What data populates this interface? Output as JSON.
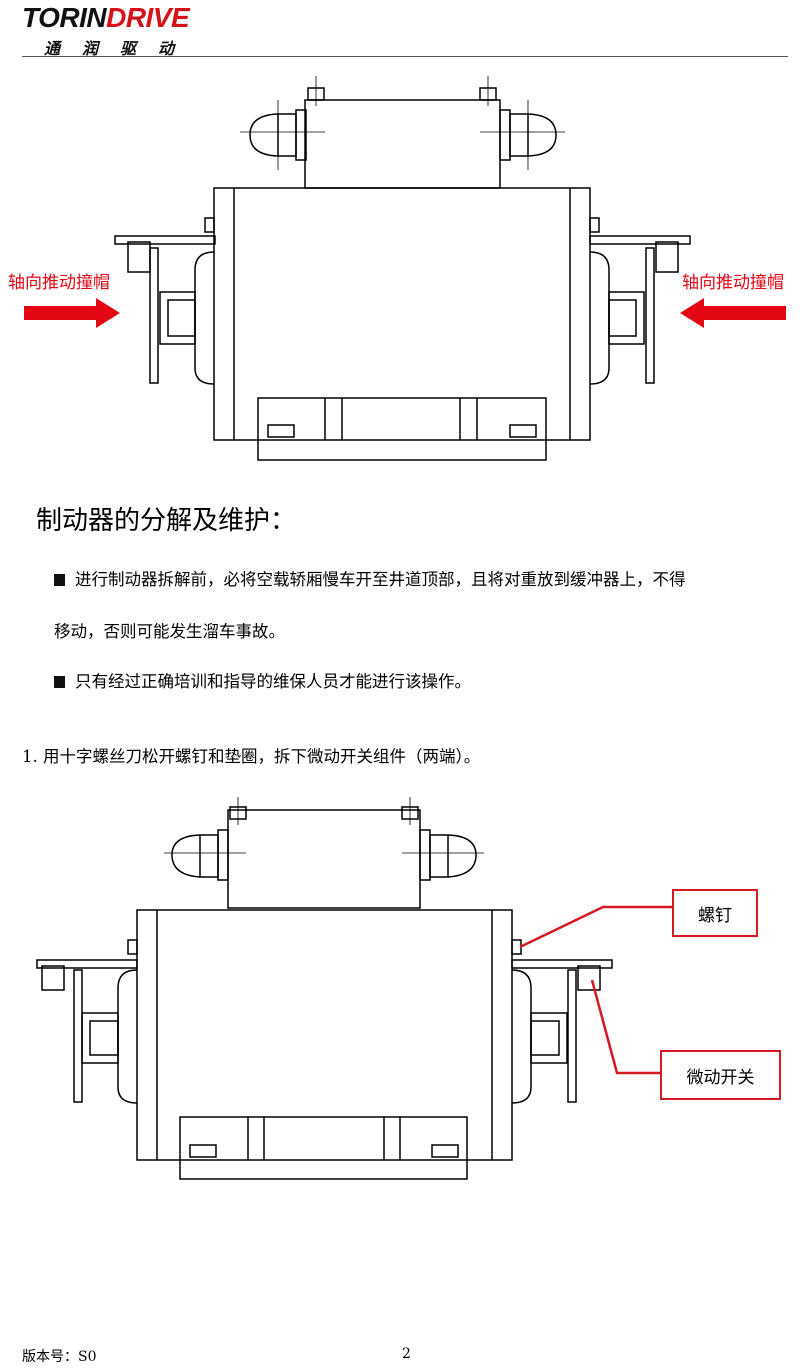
{
  "header": {
    "logo_en_main": "TORIN",
    "logo_en_accent": "DRIVE",
    "logo_cn": "通润驱动"
  },
  "figure1": {
    "left_label": "轴向推动撞帽",
    "right_label": "轴向推动撞帽"
  },
  "section": {
    "title": "制动器的分解及维护：",
    "warnings": [
      "进行制动器拆解前，必将空载轿厢慢车开至井道顶部，且将对重放到缓冲器上，不得",
      "移动，否则可能发生溜车事故。",
      "只有经过正确培训和指导的维保人员才能进行该操作。"
    ],
    "step1": "1.  用十字螺丝刀松开螺钉和垫圈，拆下微动开关组件（两端）。"
  },
  "figure2": {
    "callout_screw": "螺钉",
    "callout_switch": "微动开关"
  },
  "footer": {
    "version": "版本号：S0",
    "page": "2"
  },
  "colors": {
    "accent_red": "#e30613",
    "callout_border": "#d51a24"
  }
}
